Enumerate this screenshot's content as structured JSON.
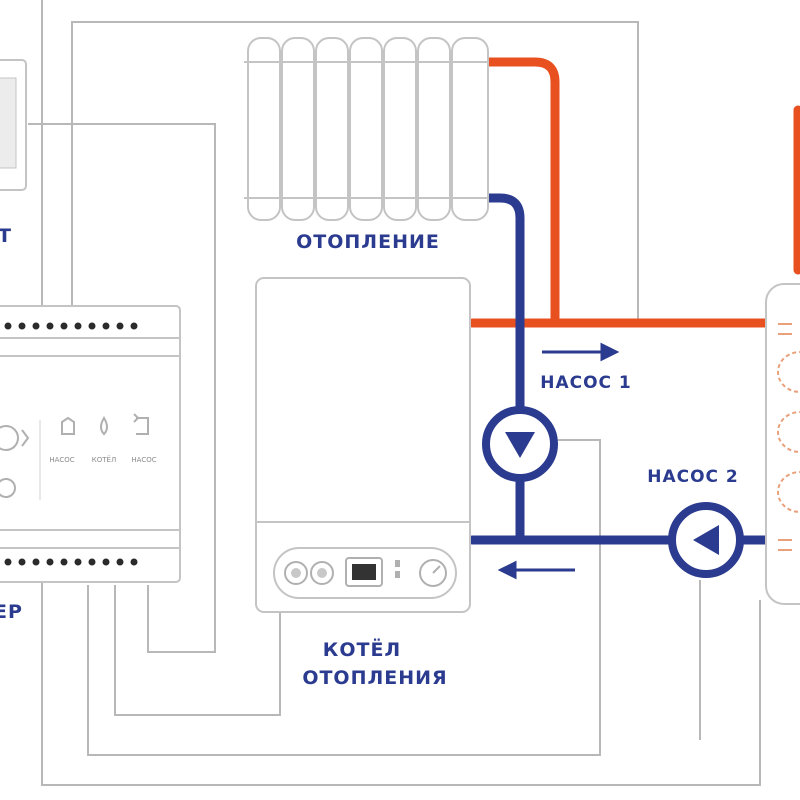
{
  "labels": {
    "radiator": "ОТОПЛЕНИЕ",
    "pump1": "НАСОС 1",
    "pump2": "НАСОС 2",
    "boiler_line1": "КОТЁЛ",
    "boiler_line2": "ОТОПЛЕНИЯ",
    "thermostat_partial": "Т",
    "controller_partial": "ЕР"
  },
  "controller_buttons": {
    "pump": "НАСОС",
    "boiler": "КОТЁЛ",
    "pump_alt": "НАСОС"
  },
  "colors": {
    "hot_pipe": "#e8511f",
    "cold_pipe": "#2b3b8f",
    "wire": "#b8b8b8",
    "device_outline": "#c4c4c4",
    "label": "#2b3b8f"
  }
}
